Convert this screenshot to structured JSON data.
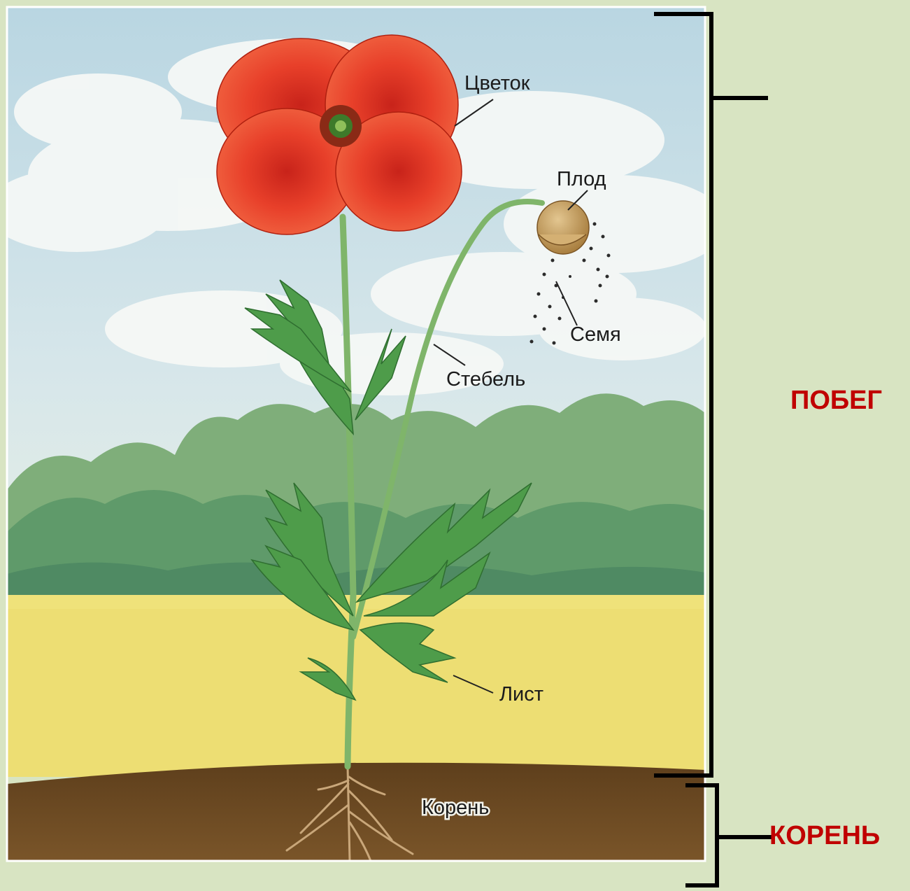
{
  "labels": {
    "flower": "Цветок",
    "fruit": "Плод",
    "seed": "Семя",
    "stem": "Стебель",
    "leaf": "Лист",
    "root": "Корень"
  },
  "parts": {
    "shoot": "ПОБЕГ",
    "root": "КОРЕНЬ"
  },
  "colors": {
    "background": "#d8e4c2",
    "part_label": "#c00000",
    "petal": "#e8402a",
    "sky": "#cfe3ea",
    "soil": "#6b4a22",
    "meadow": "#efe27a"
  }
}
